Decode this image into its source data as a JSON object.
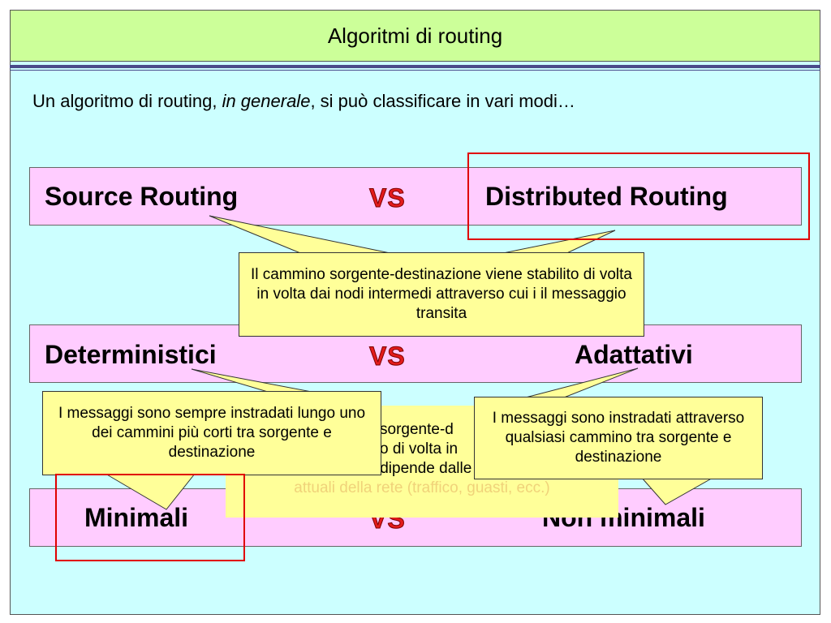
{
  "title": "Algoritmi di routing",
  "intro": {
    "before": "Un algoritmo di routing, ",
    "italic": "in generale",
    "after": ", si può classificare in vari modi…"
  },
  "rows": [
    {
      "left": "Source Routing",
      "vs": "VS",
      "right": "Distributed Routing"
    },
    {
      "left": "Deterministici",
      "vs": "VS",
      "right": "Adattativi"
    },
    {
      "left": "Minimali",
      "vs": "VS",
      "right": "Non minimali"
    }
  ],
  "callouts": {
    "distributed": "Il cammino sorgente-destinazione viene stabilito di volta in volta dai nodi intermedi attraverso cui i il messaggio transita",
    "minimali": "I messaggi sono sempre instradati lungo uno dei cammini più corti tra sorgente e destinazione",
    "non_minimali": "I messaggi sono instradati attraverso qualsiasi cammino tra sorgente e destinazione"
  },
  "hidden_callout": {
    "line1": "sorgente-d",
    "line2": "o di volta in",
    "line3": "intermedi e dipende dalle condizioni",
    "line4": "attuali della rete (traffico, guasti, ecc.)"
  },
  "colors": {
    "title_bg": "#ccff99",
    "slide_bg": "#ccffff",
    "row_bg": "#ffccff",
    "callout_bg": "#ffff99",
    "vs_color": "#e31b1b",
    "highlight": "#e00000"
  }
}
